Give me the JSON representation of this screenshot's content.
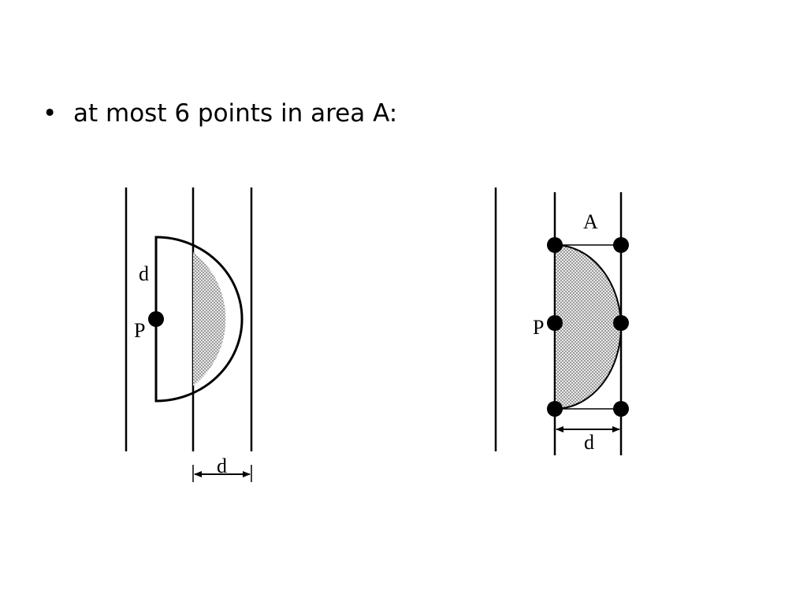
{
  "slide": {
    "bullet_glyph": "•",
    "bullet_text": "at most 6 points in area A:"
  },
  "figure_left": {
    "label_d_radius": "d",
    "label_point": "P",
    "label_d_width": "d"
  },
  "figure_right": {
    "label_area": "A",
    "label_point": "P",
    "label_d_width": "d"
  }
}
